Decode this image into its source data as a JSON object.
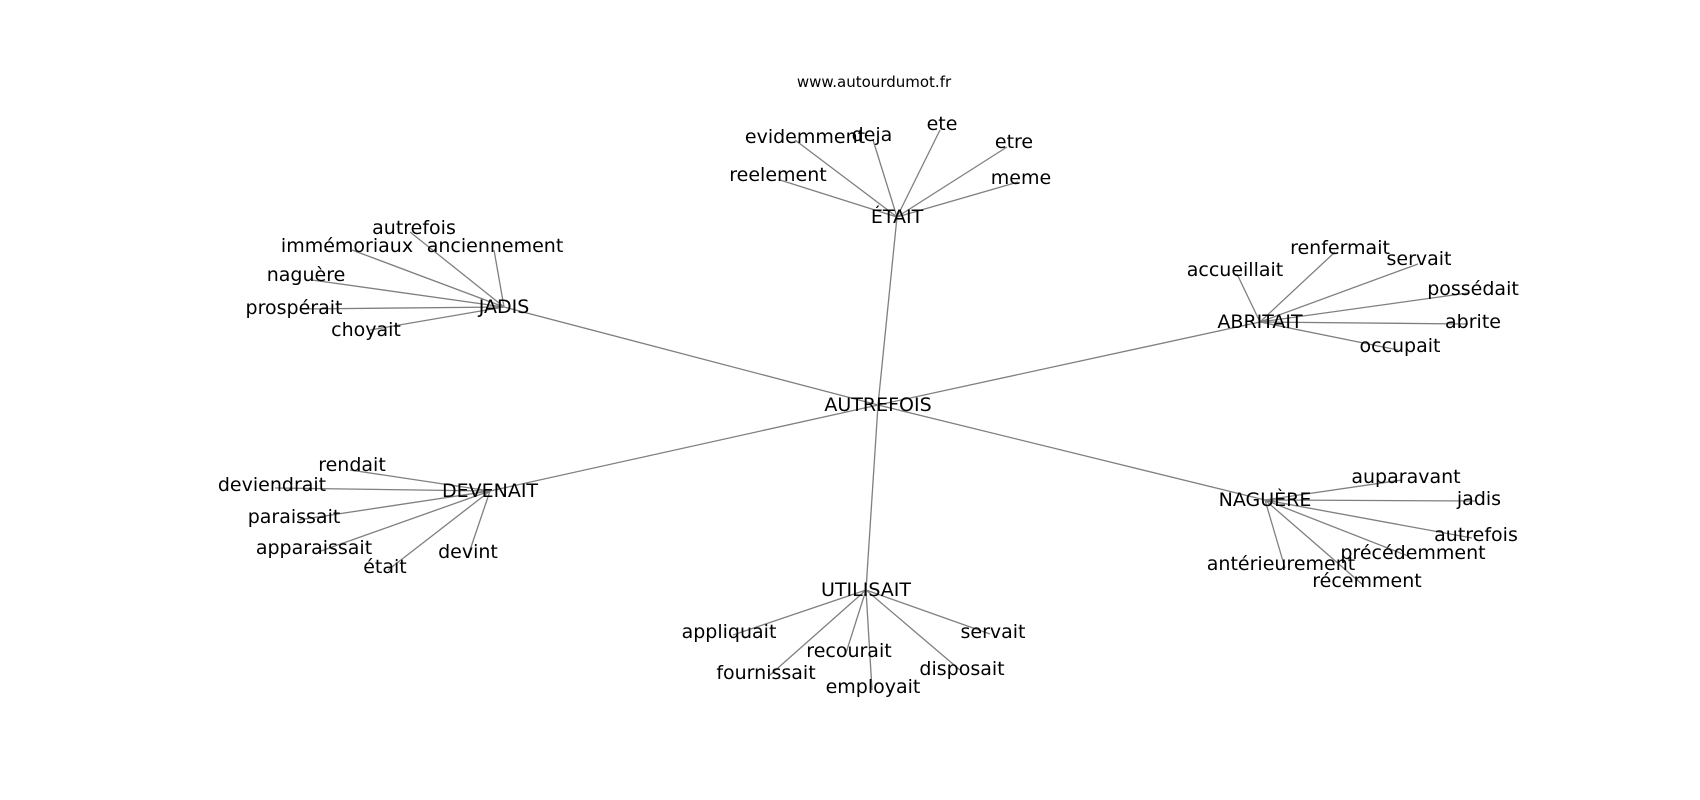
{
  "site": "www.autourdumot.fr",
  "graph": {
    "center": "AUTREFOIS",
    "hubs": [
      {
        "word": "ÉTAIT",
        "leaves": [
          "evidemment",
          "deja",
          "ete",
          "etre",
          "reelement",
          "meme"
        ]
      },
      {
        "word": "JADIS",
        "leaves": [
          "autrefois",
          "immémoriaux",
          "anciennement",
          "naguère",
          "prospérait",
          "choyait"
        ]
      },
      {
        "word": "ABRITAIT",
        "leaves": [
          "renfermait",
          "servait",
          "accueillait",
          "possédait",
          "abrite",
          "occupait"
        ]
      },
      {
        "word": "DEVENAIT",
        "leaves": [
          "rendait",
          "deviendrait",
          "paraissait",
          "apparaissait",
          "était",
          "devint"
        ]
      },
      {
        "word": "NAGUÈRE",
        "leaves": [
          "auparavant",
          "jadis",
          "autrefois",
          "précédemment",
          "antérieurement",
          "récemment"
        ]
      },
      {
        "word": "UTILISAIT",
        "leaves": [
          "appliquait",
          "servait",
          "recourait",
          "disposait",
          "fournissait",
          "employait"
        ]
      }
    ]
  }
}
